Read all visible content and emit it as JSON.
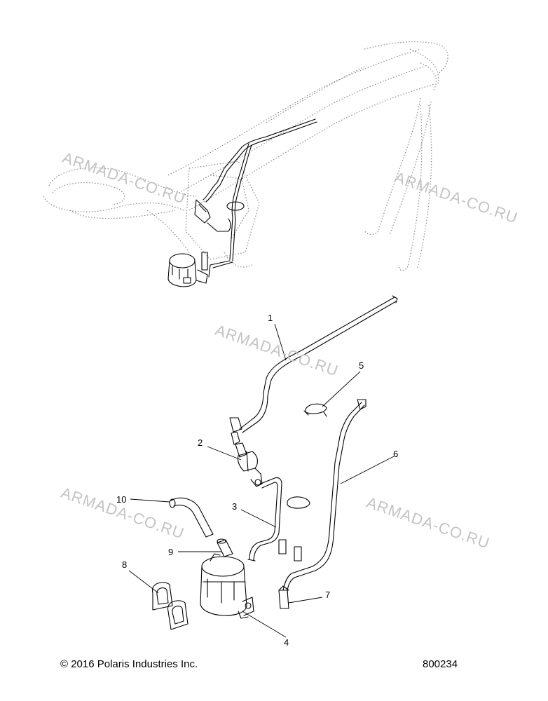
{
  "callouts": [
    "1",
    "2",
    "3",
    "4",
    "5",
    "6",
    "7",
    "8",
    "9",
    "10"
  ],
  "watermark": "ARMADA-CO.RU",
  "footer": {
    "copyright": "© 2016 Polaris Industries Inc.",
    "drawing_code": "800234"
  },
  "colors": {
    "line": "#000000",
    "ghost_frame": "#8a8a8a",
    "watermark": "#c4c4c4"
  }
}
